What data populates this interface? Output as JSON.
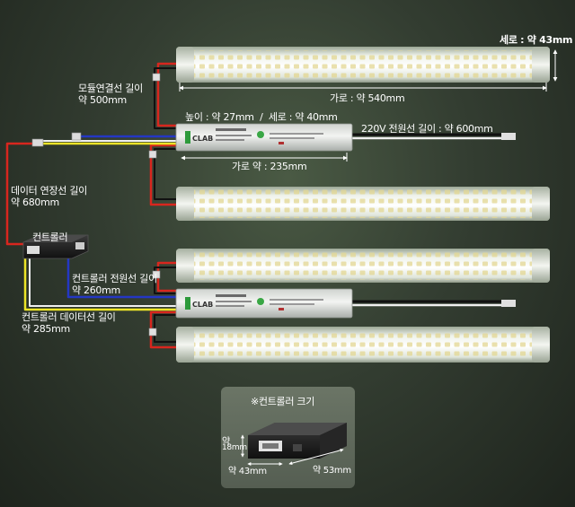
{
  "labels": {
    "tube_height": "세로 : 약 43mm",
    "tube_width": "가로 : 약 540mm",
    "module_cable": "모듈연결선 길이\n약 500mm",
    "driver_size": "높이 : 약 27mm  /  세로 : 약 40mm",
    "power_cable": "220V 전원선 길이 : 약 600mm",
    "driver_width": "가로 약 : 235mm",
    "data_ext_cable": "데이터 연장선 길이\n약 680mm",
    "controller": "컨트롤러",
    "ctrl_power_cable": "컨트롤러 전원선 길이\n약 260mm",
    "ctrl_data_cable": "컨트롤러 데이터선 길이\n약 285mm",
    "driver_brand": "CLAB"
  },
  "inset": {
    "title": "※컨트롤러 크기",
    "height_a": "약",
    "height_b": "18mm",
    "width": "약 43mm",
    "depth": "약 53mm"
  },
  "colors": {
    "background": "#333d31",
    "tube_glow": "#f2f6ef",
    "led": "#e7dc9a",
    "wire_red": "#d8261e",
    "wire_yellow": "#ece428",
    "wire_blue": "#2437c4",
    "wire_white": "#f0f0f0",
    "wire_black": "#111111"
  }
}
